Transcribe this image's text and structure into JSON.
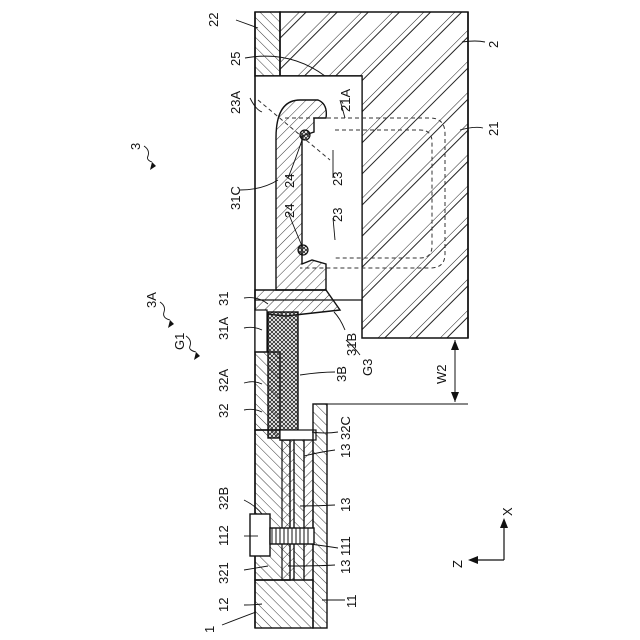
{
  "refs": {
    "r1": "1",
    "r2": "2",
    "r3": "3",
    "r3A": "3A",
    "r3B": "3B",
    "r11": "11",
    "r12": "12",
    "r13a": "13",
    "r13b": "13",
    "r13c": "13",
    "r21": "21",
    "r21A": "21A",
    "r22": "22",
    "r23a": "23",
    "r23b": "23",
    "r23A": "23A",
    "r24a": "24",
    "r24b": "24",
    "r25": "25",
    "r31": "31",
    "r31A": "31A",
    "r31B": "31B",
    "r31C": "31C",
    "r32": "32",
    "r32A": "32A",
    "r32B": "32B",
    "r32C": "32C",
    "r111": "111",
    "r112": "112",
    "r321": "321",
    "rG1": "G1",
    "rG3": "G3",
    "rW2": "W2"
  },
  "axes": {
    "x": "X",
    "z": "Z"
  }
}
